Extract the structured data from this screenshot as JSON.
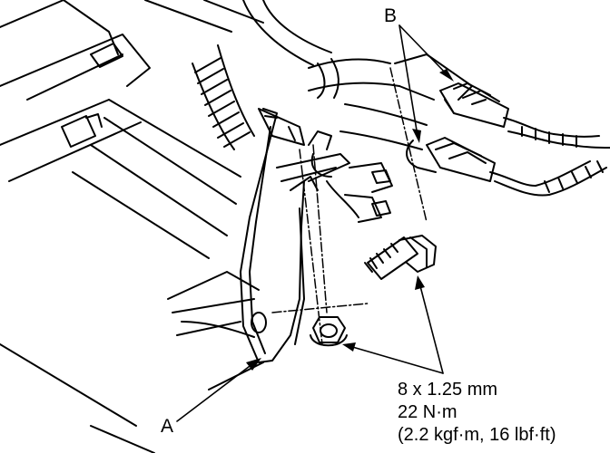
{
  "diagram": {
    "callouts": {
      "a": "A",
      "b": "B"
    },
    "fastener_spec": {
      "size": "8 x 1.25 mm",
      "torque_nm": "22 N·m",
      "torque_alt": "(2.2 kgf·m, 16 lbf·ft)"
    }
  }
}
